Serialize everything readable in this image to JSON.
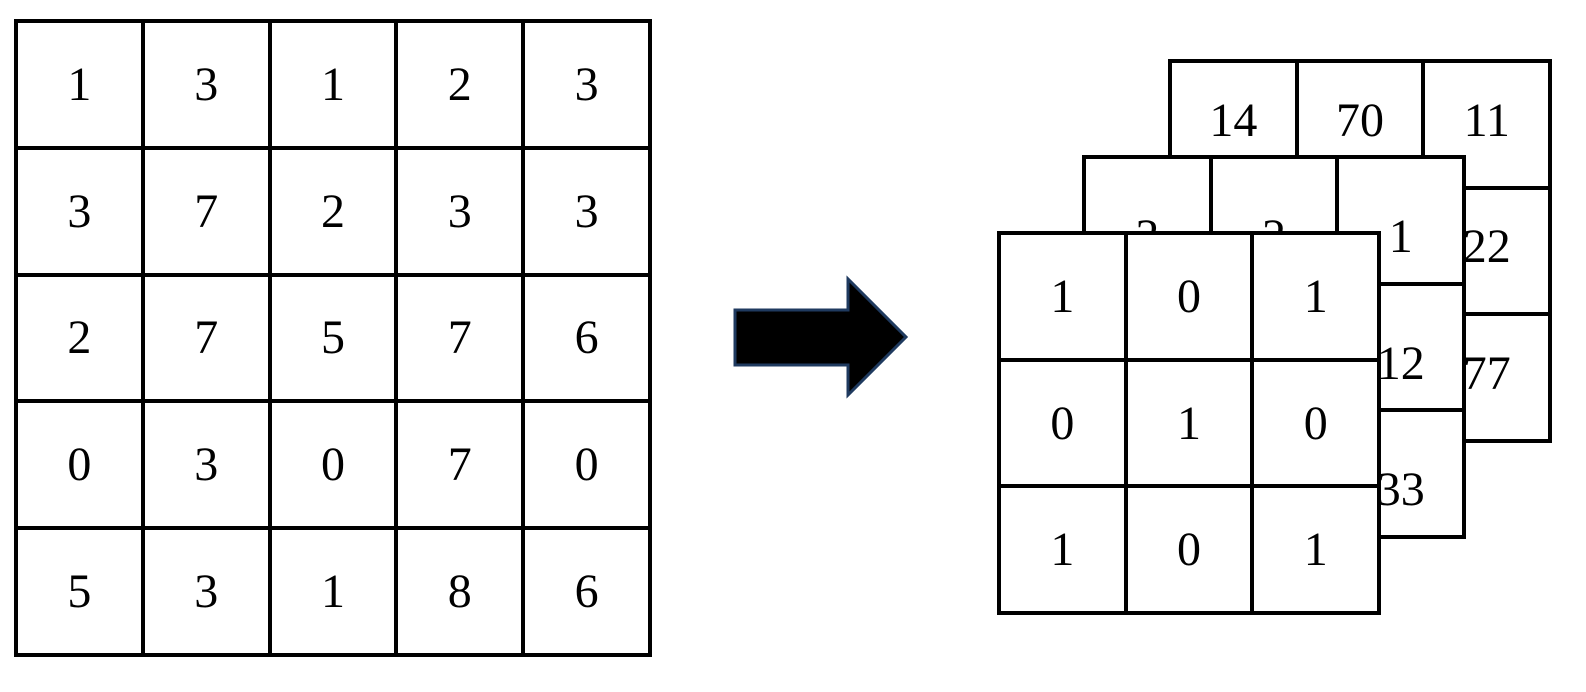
{
  "input_matrix": [
    [
      "1",
      "3",
      "1",
      "2",
      "3"
    ],
    [
      "3",
      "7",
      "2",
      "3",
      "3"
    ],
    [
      "2",
      "7",
      "5",
      "7",
      "6"
    ],
    [
      "0",
      "3",
      "0",
      "7",
      "0"
    ],
    [
      "5",
      "3",
      "1",
      "8",
      "6"
    ]
  ],
  "kernels": {
    "back": [
      [
        "14",
        "70",
        "11"
      ],
      [
        "",
        "",
        "22"
      ],
      [
        "",
        "",
        "77"
      ]
    ],
    "middle": [
      [
        "3",
        "2",
        "1"
      ],
      [
        "",
        "",
        "12"
      ],
      [
        "",
        "",
        "33"
      ]
    ],
    "front": [
      [
        "1",
        "0",
        "1"
      ],
      [
        "0",
        "1",
        "0"
      ],
      [
        "1",
        "0",
        "1"
      ]
    ]
  },
  "colors": {
    "arrow_fill": "#000000",
    "arrow_stroke": "#1f3a5f",
    "grid_line": "#000000"
  }
}
